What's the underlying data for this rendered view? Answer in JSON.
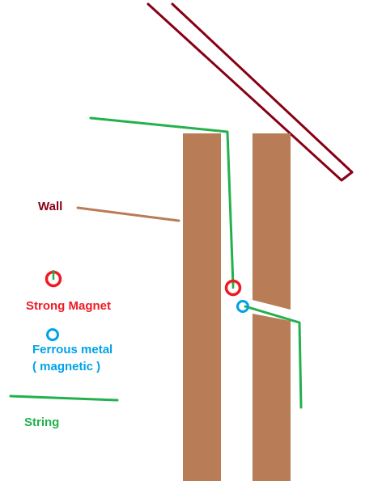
{
  "labels": {
    "wall": "Wall",
    "strong_magnet": "Strong Magnet",
    "ferrous_metal": "Ferrous metal",
    "ferrous_metal_note": "( magnetic )",
    "string": "String"
  },
  "colors": {
    "wall": "#b87c57",
    "wall_label": "#880015",
    "roof": "#880015",
    "string": "#22b14c",
    "magnet": "#ed1c24",
    "ferrous": "#00a2e8",
    "background": "#ffffff"
  }
}
